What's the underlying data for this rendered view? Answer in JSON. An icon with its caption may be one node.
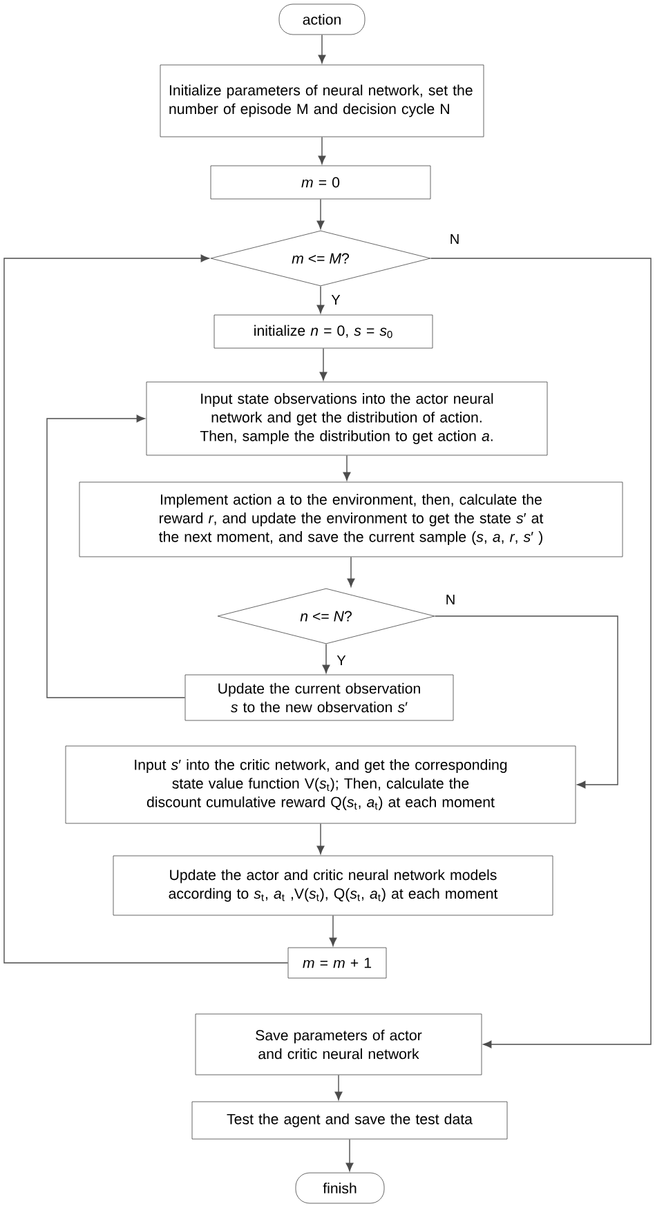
{
  "diagram": {
    "nodes": [
      {
        "text": [
          "action"
        ]
      },
      {
        "text": [
          "Initialize parameters of neural network, set the number of episode M and decision cycle N"
        ]
      },
      {
        "text": [
          "*m* = 0"
        ]
      },
      {
        "text": [
          "*m* <= *M*?"
        ]
      },
      {
        "text": [
          "initialize *n* = 0, *s* = *s*$_{0}$"
        ]
      },
      {
        "text": [
          "Input state observations into the actor neural network and get the distribution of action. Then, sample the distribution to get action *a*."
        ]
      },
      {
        "text": [
          "Implement action a to the environment, then, calculate the reward *r*, and update the environment to get the state *s*′ at the next moment, and save the current sample (*s*, *a*, *r*, *s*′ )"
        ]
      },
      {
        "text": [
          "*n* <= *N*?"
        ]
      },
      {
        "text": [
          "Update the current observation *s* to the new observation *s*′"
        ]
      },
      {
        "text": [
          "Input *s*′ into the critic network, and get the corresponding state value function V(*s*$_{t}$); Then, calculate the discount cumulative reward Q(*s*$_{t}$, *a*$_{t}$) at each moment"
        ]
      },
      {
        "text": [
          "Update the actor and critic neural network models according to *s*$_{t}$, *a*$_{t}$ ,V(*s*$_{t}$), Q(*s*$_{t}$, *a*$_{t}$) at each moment"
        ]
      },
      {
        "text": [
          "*m* = *m* + 1"
        ]
      },
      {
        "text": [
          "Save parameters of actor and critic neural network"
        ]
      },
      {
        "text": [
          "Test the agent and save the test data"
        ]
      },
      {
        "text": [
          "finish"
        ]
      }
    ],
    "edges": [
      {
        "from": 0,
        "to": 1,
        "arrow": "to"
      },
      {
        "from": 1,
        "to": 2,
        "arrow": "to"
      },
      {
        "from": 2,
        "to": 3,
        "arrow": "to"
      },
      {
        "from": 3,
        "to": 4,
        "arrow": "to",
        "label": "Y"
      },
      {
        "from": 4,
        "to": 5,
        "arrow": "to"
      },
      {
        "from": 5,
        "to": 6,
        "arrow": "to"
      },
      {
        "from": 6,
        "to": 7,
        "arrow": "to"
      },
      {
        "from": 7,
        "to": 8,
        "arrow": "to",
        "label": "Y"
      },
      {
        "from": 8,
        "to": 5,
        "arrow": "to"
      },
      {
        "from": 7,
        "to": 9,
        "arrow": "to",
        "label": "N"
      },
      {
        "from": 9,
        "to": 10,
        "arrow": "to"
      },
      {
        "from": 10,
        "to": 11,
        "arrow": "to"
      },
      {
        "from": 11,
        "to": 3,
        "arrow": "to"
      },
      {
        "from": 3,
        "to": 12,
        "arrow": "to",
        "label": "N"
      },
      {
        "from": 12,
        "to": 13,
        "arrow": "to"
      },
      {
        "from": 13,
        "to": 14,
        "arrow": "to"
      }
    ]
  }
}
